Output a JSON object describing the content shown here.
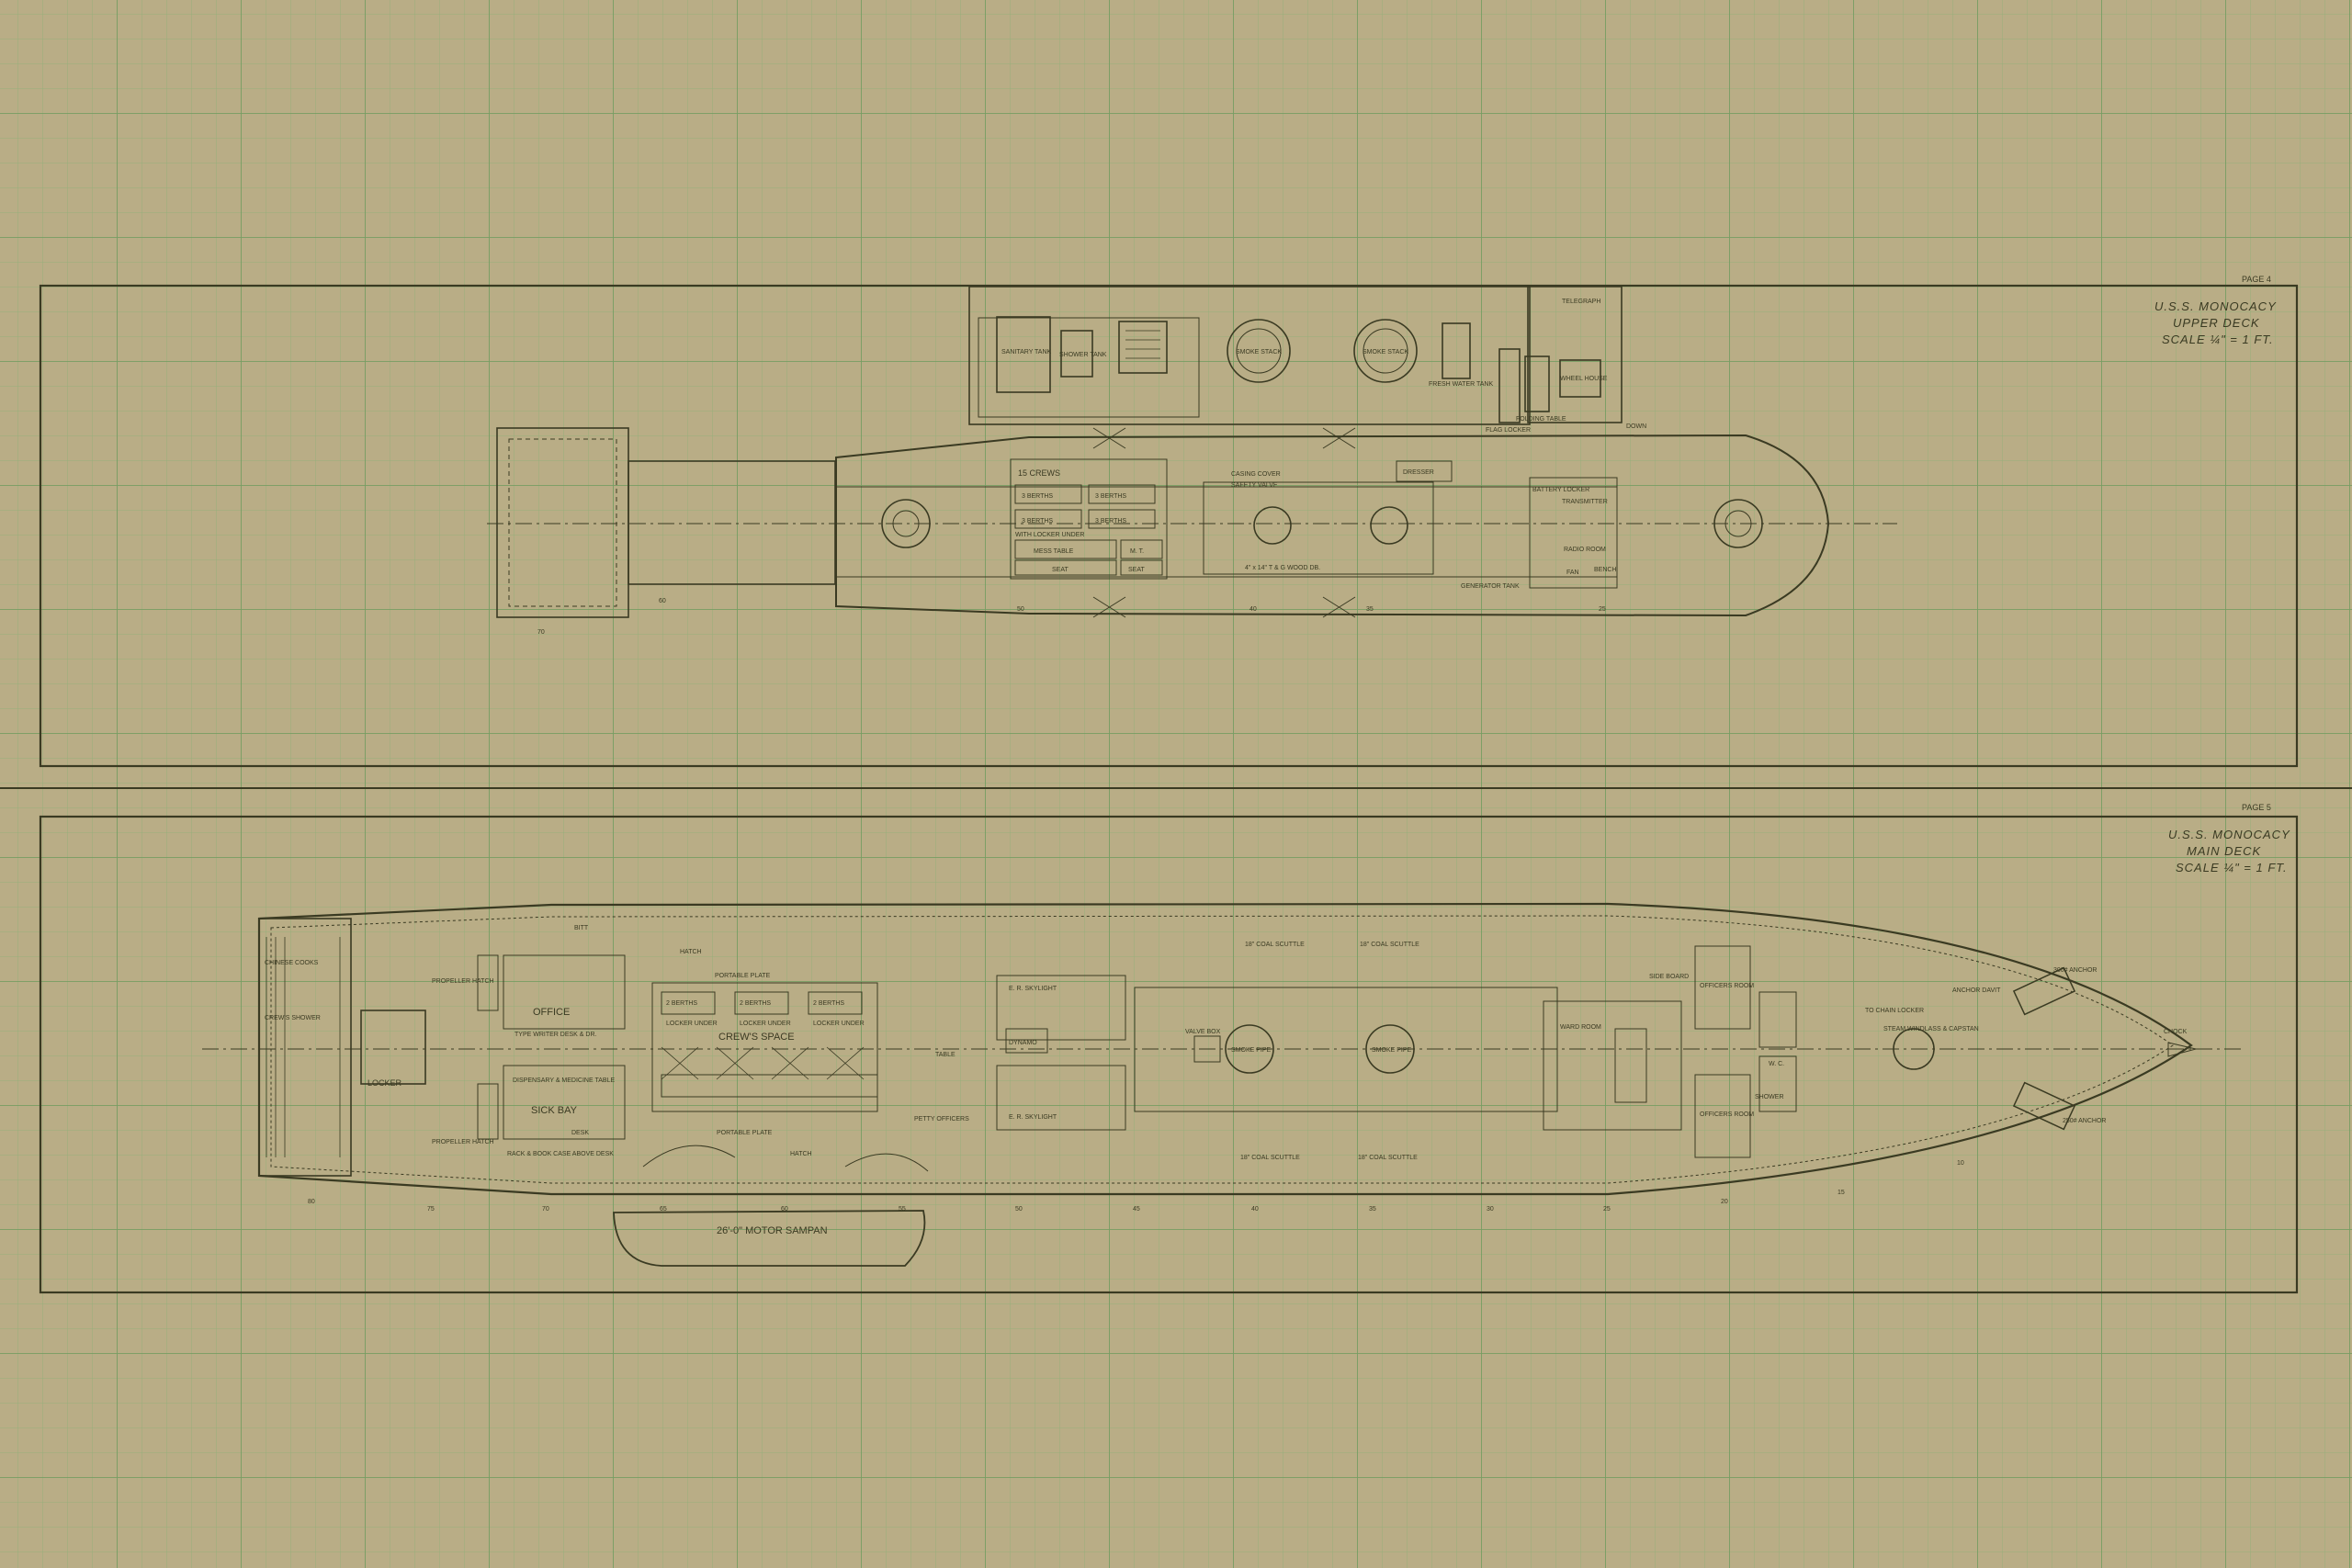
{
  "colors": {
    "paper": "#b9ad86",
    "grid": "#7fa56d",
    "ink": "#3a3a22"
  },
  "upper_deck": {
    "page": "PAGE 4",
    "title": {
      "ship": "U.S.S. MONOCACY",
      "deck": "UPPER DECK",
      "scale": "SCALE ¼\" = 1 FT."
    },
    "labels": {
      "sanitary_tank": "SANITARY TANK",
      "shower_tank": "SHOWER TANK",
      "smoke_stack": "SMOKE STACK",
      "fresh_water_tank": "FRESH WATER TANK",
      "flag_locker": "FLAG LOCKER",
      "folding_table": "FOLDING TABLE",
      "wheel_house": "WHEEL HOUSE",
      "telegraph": "TELEGRAPH",
      "crews": "15 CREWS",
      "berths_3": "3 BERTHS",
      "locker_under": "WITH LOCKER UNDER",
      "mess_table": "MESS TABLE",
      "mt": "M. T.",
      "seat": "SEAT",
      "casing_cover": "CASING COVER",
      "safety_valve": "SAFETY VALVE",
      "dresser": "DRESSER",
      "wood_db": "4\" x 14\" T & G WOOD DB.",
      "generator_tank": "GENERATOR TANK",
      "battery_locker": "BATTERY LOCKER",
      "transmitter": "TRANSMITTER",
      "radio_room": "RADIO ROOM",
      "bench": "BENCH",
      "fan": "FAN",
      "down": "DOWN",
      "berths_2": "2 BERTHS"
    },
    "frames": [
      "70",
      "60",
      "50",
      "40",
      "35",
      "25"
    ]
  },
  "main_deck": {
    "page": "PAGE 5",
    "title": {
      "ship": "U.S.S. MONOCACY",
      "deck": "MAIN DECK",
      "scale": "SCALE ¼\" = 1 FT."
    },
    "labels": {
      "chinese_cooks": "CHINESE COOKS",
      "crews_shower": "CREW'S SHOWER",
      "locker": "LOCKER",
      "office": "OFFICE",
      "sick_bay": "SICK BAY",
      "dispensary": "DISPENSARY & MEDICINE TABLE",
      "typewriter_desk": "TYPE WRITER DESK & DR.",
      "desk": "DESK",
      "rack": "RACK & BOOK CASE ABOVE DESK",
      "propeller_hatch": "PROPELLER HATCH",
      "berths_2": "2 BERTHS",
      "locker_under": "LOCKER UNDER",
      "crews_space": "CREW'S SPACE",
      "portable_plate": "PORTABLE PLATE",
      "hatch": "HATCH",
      "petty_officers": "PETTY OFFICERS",
      "table": "TABLE",
      "dynamo": "DYNAMO",
      "er_skylight": "E. R. SKYLIGHT",
      "valve_box": "VALVE BOX",
      "smoke_pipe": "SMOKE PIPE",
      "coal_scuttle": "18\" COAL SCUTTLE",
      "ward_room": "WARD ROOM",
      "side_board": "SIDE BOARD",
      "shower": "SHOWER",
      "officers_room": "OFFICERS ROOM",
      "steam_windlass": "STEAM WINDLASS & CAPSTAN",
      "chain_locker": "TO CHAIN LOCKER",
      "anchor_davit": "ANCHOR DAVIT",
      "anchor_300": "300# ANCHOR",
      "anchor_250": "250# ANCHOR",
      "chock": "CHOCK",
      "bitt": "BITT",
      "wc": "W. C.",
      "motor_sampan": "26'-0\" MOTOR SAMPAN"
    },
    "frames": [
      "80",
      "75",
      "70",
      "65",
      "60",
      "55",
      "50",
      "45",
      "40",
      "35",
      "30",
      "25",
      "20",
      "15",
      "10"
    ]
  }
}
